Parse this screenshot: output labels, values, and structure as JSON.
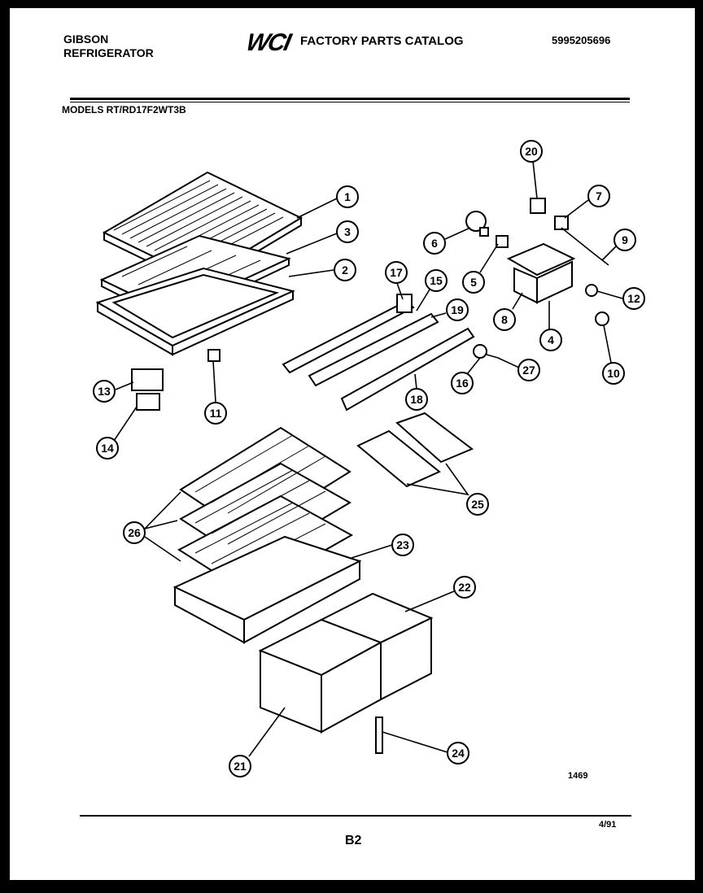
{
  "header": {
    "brand_line1": "GIBSON",
    "brand_line2": "REFRIGERATOR",
    "logo_text": "WCI",
    "catalog_title": "FACTORY PARTS CATALOG",
    "catalog_number": "5995205696"
  },
  "models_label": "MODELS RT/RD17F2WT3B",
  "callouts": [
    "1",
    "3",
    "2",
    "17",
    "15",
    "19",
    "18",
    "16",
    "27",
    "20",
    "7",
    "6",
    "5",
    "9",
    "8",
    "4",
    "12",
    "10",
    "13",
    "14",
    "11",
    "25",
    "26",
    "23",
    "22",
    "24",
    "21"
  ],
  "footer": {
    "drawing_number": "1469",
    "page_number": "B2",
    "date": "4/91"
  }
}
